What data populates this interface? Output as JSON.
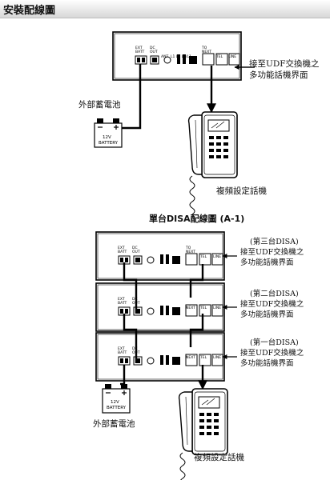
{
  "page_title": "安裝配線圖",
  "top_diagram": {
    "ports": {
      "ext_batt": [
        "EXT",
        "BATT"
      ],
      "dc_out": [
        "DC",
        "OUT"
      ],
      "ant": "ANT",
      "switches": "L1  L3  L2/L1",
      "to_next": [
        "TO",
        "NEXT"
      ],
      "tel": "TEL",
      "line": "LINE"
    },
    "line_callout": [
      "接至UDF交換機之",
      "多功能話機界面"
    ],
    "battery_caption": "外部蓄電池",
    "battery_text": [
      "12V",
      "BATTERY"
    ],
    "phone_caption": "複頻設定話機"
  },
  "section_heading": "單台DISA配線圖 (A-1)",
  "cascade": {
    "units": [
      {
        "name": "third",
        "note": [
          "(第三台DISA)",
          "接至UDF交換機之",
          "多功能話機界面"
        ]
      },
      {
        "name": "second",
        "note": [
          "(第二台DISA)",
          "接至UDF交換機之",
          "多功能話機界面"
        ]
      },
      {
        "name": "first",
        "note": [
          "(第一台DISA)",
          "接至UDF交換機之",
          "多功能話機界面"
        ]
      }
    ],
    "battery_caption": "外部蓄電池",
    "battery_text": [
      "12V",
      "BATTERY"
    ],
    "phone_caption": "複頻設定話機"
  }
}
